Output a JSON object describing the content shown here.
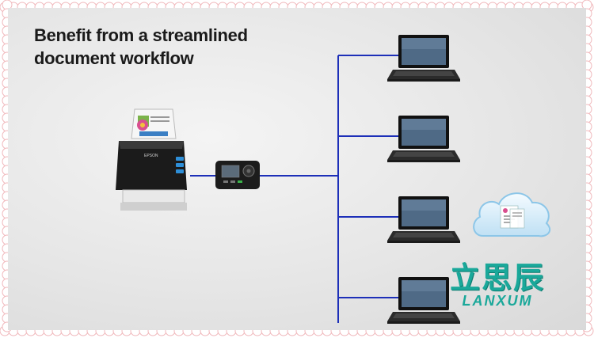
{
  "title_lines": [
    "Benefit from a streamlined",
    "document workflow"
  ],
  "scanner_brand": "EPSON",
  "watermark": {
    "cn": "立思辰",
    "en": "LANXUM"
  },
  "laptop_count": 4,
  "colors": {
    "network_line": "#1d2fb8",
    "brand": "#1aa89a",
    "frame_scallop": "#f0b8bc"
  },
  "icons": [
    "scanner-icon",
    "network-interface-panel-icon",
    "laptop-icon",
    "cloud-document-icon"
  ]
}
